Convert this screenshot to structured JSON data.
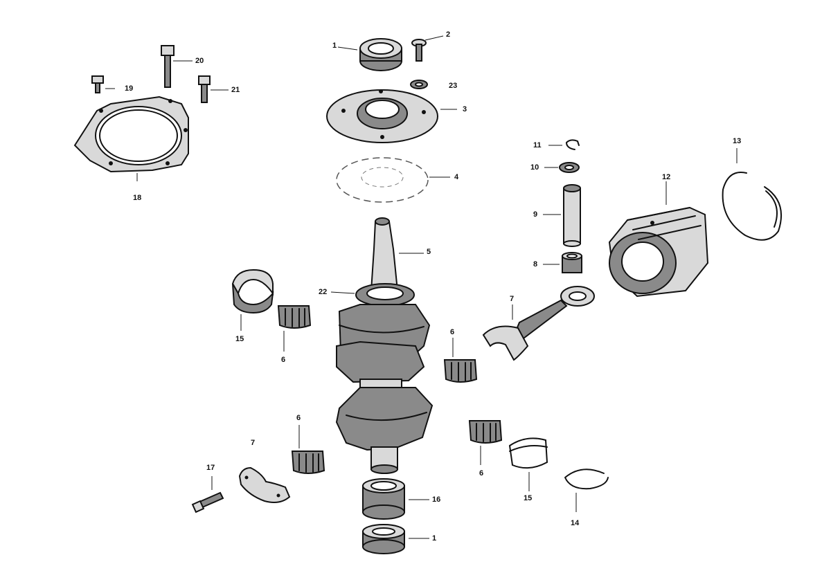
{
  "diagram": {
    "labels": {
      "p1_top": "1",
      "p2": "2",
      "p3": "3",
      "p4": "4",
      "p5": "5",
      "p6_left": "6",
      "p6_mid": "6",
      "p6_lower": "6",
      "p6_right": "6",
      "p7_rod": "7",
      "p7_cap": "7",
      "p8": "8",
      "p9": "9",
      "p10": "10",
      "p11": "11",
      "p12": "12",
      "p13": "13",
      "p14": "14",
      "p15_left": "15",
      "p15_right": "15",
      "p16": "16",
      "p1_bottom": "1",
      "p17": "17",
      "p18": "18",
      "p19": "19",
      "p20": "20",
      "p21": "21",
      "p22": "22",
      "p23": "23"
    }
  }
}
